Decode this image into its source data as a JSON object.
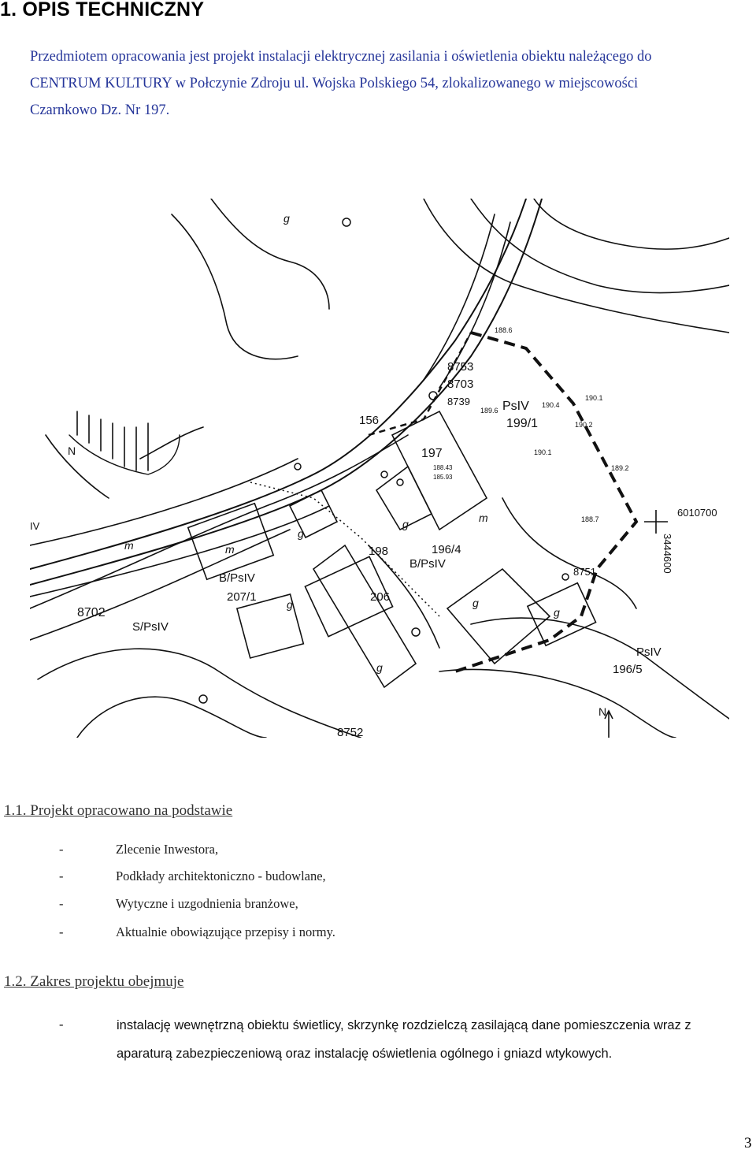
{
  "heading": "1.  OPIS TECHNICZNY",
  "intro": {
    "line1": "Przedmiotem opracowania jest projekt instalacji elektrycznej zasilania i oświetlenia obiektu należącego do",
    "line2": "CENTRUM KULTURY w Połczynie Zdroju ul. Wojska Polskiego 54, zlokalizowanego w miejscowości",
    "line3": "Czarnkowo Dz. Nr 197."
  },
  "map": {
    "labels": {
      "plot_197": "197",
      "plot_199_1": "199/1",
      "plot_196_4": "196/4",
      "plot_196_5": "196/5",
      "plot_207_1": "207/1",
      "plot_206": "206",
      "plot_198": "198",
      "plot_156": "156",
      "n8702": "8702",
      "n8703": "8703",
      "n8753": "8753",
      "n8752": "8752",
      "n8751": "8751",
      "n8739": "8739",
      "coord_x": "6010700",
      "coord_y": "3444600",
      "pslv1": "PsIV",
      "pslv2": "PsIV",
      "bpslv1": "B/PsIV",
      "bpslv2": "B/PsIV",
      "spslv": "S/PsIV",
      "north": "N",
      "e190_4": "190.4",
      "e190_1": "190.1",
      "e190_2": "190.2",
      "e189_6": "189.6",
      "e189_2": "189.2",
      "e188_7": "188.7",
      "e188_43": "188.43",
      "e185_93": "185.93",
      "e188_6": "188.6",
      "e190_1b": "190.1"
    }
  },
  "section1": {
    "title": "1.1. Projekt opracowano na podstawie",
    "items": [
      {
        "dash": "-",
        "text": "Zlecenie Inwestora,"
      },
      {
        "dash": "-",
        "text": "Podkłady architektoniczno - budowlane,"
      },
      {
        "dash": "-",
        "text": "Wytyczne i uzgodnienia branżowe,"
      },
      {
        "dash": "-",
        "text": "Aktualnie obowiązujące przepisy i normy."
      }
    ]
  },
  "section2": {
    "title": "1.2. Zakres projektu obejmuje",
    "dash": "-",
    "line1": "instalację wewnętrzną obiektu świetlicy, skrzynkę rozdzielczą zasilającą dane pomieszczenia wraz z",
    "line2": "aparaturą zabezpieczeniową oraz instalację oświetlenia ogólnego i gniazd wtykowych."
  },
  "page_number": "3"
}
